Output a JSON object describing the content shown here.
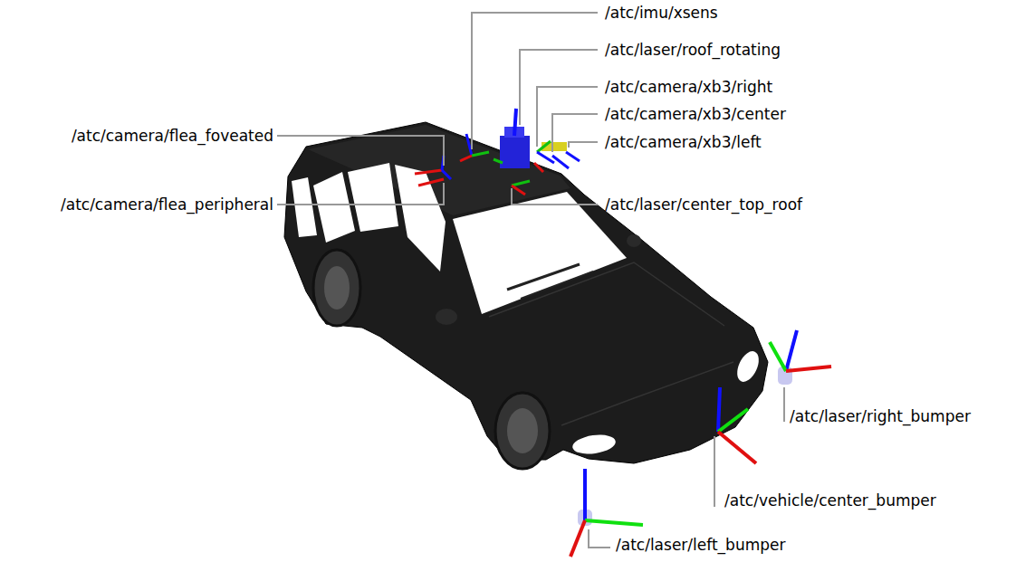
{
  "diagram": {
    "labels": [
      "/atc/imu/xsens",
      "/atc/laser/roof_rotating",
      "/atc/camera/xb3/right",
      "/atc/camera/flea_foveated",
      "/atc/camera/xb3/center",
      "/atc/camera/xb3/left",
      "/atc/camera/flea_peripheral",
      "/atc/laser/center_top_roof",
      "/atc/laser/right_bumper",
      "/atc/vehicle/center_bumper",
      "/atc/laser/left_bumper"
    ]
  }
}
